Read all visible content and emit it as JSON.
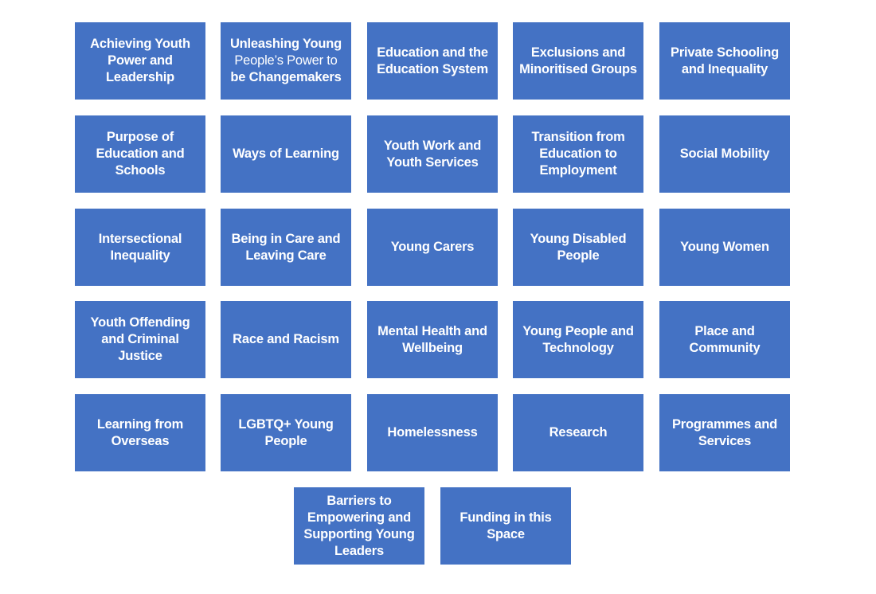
{
  "tiles": [
    {
      "id": "achieving-youth-power",
      "label": "Achieving Youth Power and Leadership"
    },
    {
      "id": "unleashing-young-people",
      "label_line1": "Unleashing Young",
      "label_rest": "People’s Power to",
      "label_line3": "be Changemakers"
    },
    {
      "id": "education-system",
      "label": "Education and the Education System"
    },
    {
      "id": "exclusions-minoritised",
      "label": "Exclusions and Minoritised Groups"
    },
    {
      "id": "private-schooling",
      "label": "Private Schooling and Inequality"
    },
    {
      "id": "purpose-of-education",
      "label": "Purpose of Education and Schools"
    },
    {
      "id": "ways-of-learning",
      "label": "Ways of Learning"
    },
    {
      "id": "youth-work",
      "label": "Youth Work and Youth Services"
    },
    {
      "id": "transition-to-employment",
      "label": "Transition from Education to Employment"
    },
    {
      "id": "social-mobility",
      "label": "Social Mobility"
    },
    {
      "id": "intersectional-inequality",
      "label": "Intersectional Inequality"
    },
    {
      "id": "care-leaving-care",
      "label": "Being in Care and Leaving Care"
    },
    {
      "id": "young-carers",
      "label": "Young Carers"
    },
    {
      "id": "young-disabled-people",
      "label": "Young Disabled People"
    },
    {
      "id": "young-women",
      "label": "Young Women"
    },
    {
      "id": "youth-offending",
      "label": "Youth Offending and Criminal Justice"
    },
    {
      "id": "race-and-racism",
      "label": "Race and Racism"
    },
    {
      "id": "mental-health",
      "label": "Mental Health and Wellbeing"
    },
    {
      "id": "young-people-technology",
      "label": "Young People and Technology"
    },
    {
      "id": "place-and-community",
      "label": "Place and Community"
    },
    {
      "id": "learning-from-overseas",
      "label": "Learning from Overseas"
    },
    {
      "id": "lgbtq-young-people",
      "label": "LGBTQ+ Young People"
    },
    {
      "id": "homelessness",
      "label": "Homelessness"
    },
    {
      "id": "research",
      "label": "Research"
    },
    {
      "id": "programmes-services",
      "label": "Programmes and Services"
    },
    {
      "id": "barriers-young-leaders",
      "label": "Barriers to Empowering and Supporting Young Leaders"
    },
    {
      "id": "funding-in-this-space",
      "label": "Funding in this Space"
    }
  ]
}
